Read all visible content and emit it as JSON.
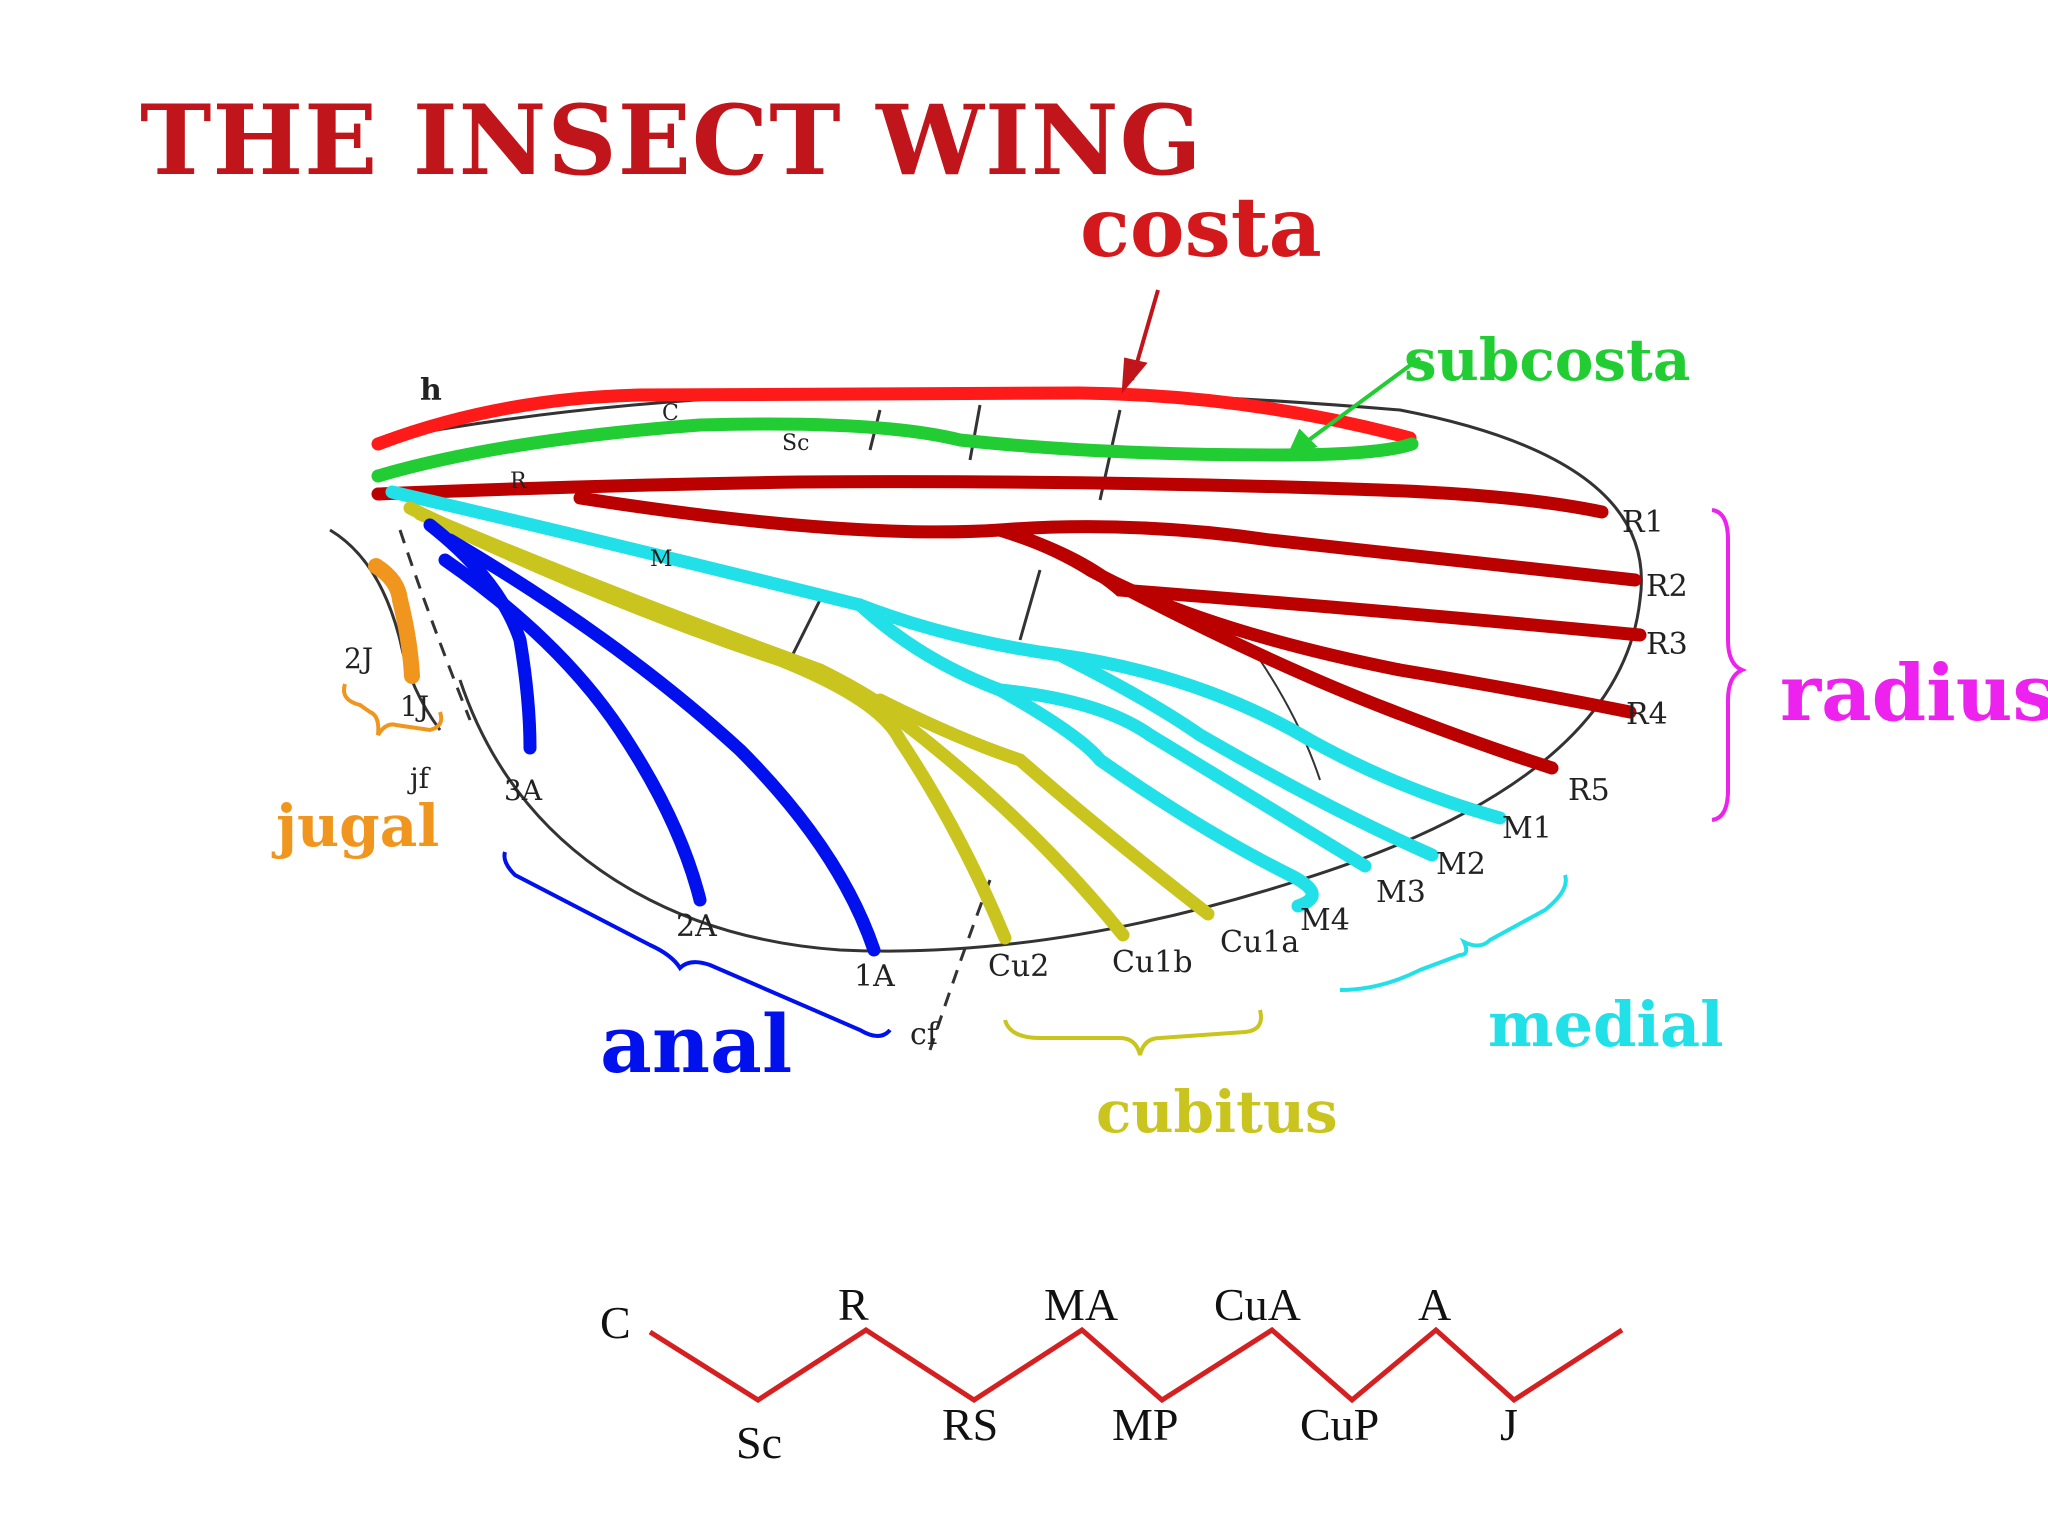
{
  "title": "THE INSECT WING",
  "colors": {
    "costa": "#ff1a1a",
    "subcosta": "#22cc33",
    "radius_vein": "#bb0000",
    "radius_label": "#ee22ee",
    "medial": "#22e0e8",
    "cubitus": "#c9c41e",
    "anal": "#0011ee",
    "jugal": "#f0961e",
    "title": "#c0151a",
    "sequence_line": "#d42020"
  },
  "group_labels": {
    "costa": "costa",
    "subcosta": "subcosta",
    "radius": "radius",
    "medial": "medial",
    "cubitus": "cubitus",
    "anal": "anal",
    "jugal": "jugal"
  },
  "vein_markers": {
    "h": "h",
    "c": "C",
    "sc": "Sc",
    "r": "R",
    "m": "M",
    "r1": "R1",
    "r2": "R2",
    "r3": "R3",
    "r4": "R4",
    "r5": "R5",
    "m1": "M1",
    "m2": "M2",
    "m3": "M3",
    "m4": "M4",
    "cu1a": "Cu1a",
    "cu1b": "Cu1b",
    "cu2": "Cu2",
    "a1": "1A",
    "a2": "2A",
    "a3": "3A",
    "j1": "1J",
    "j2": "2J",
    "jf": "jf",
    "cf": "cf"
  },
  "sequence": {
    "top": [
      "C",
      "R",
      "MA",
      "CuA",
      "A"
    ],
    "bottom": [
      "Sc",
      "RS",
      "MP",
      "CuP",
      "J"
    ]
  }
}
